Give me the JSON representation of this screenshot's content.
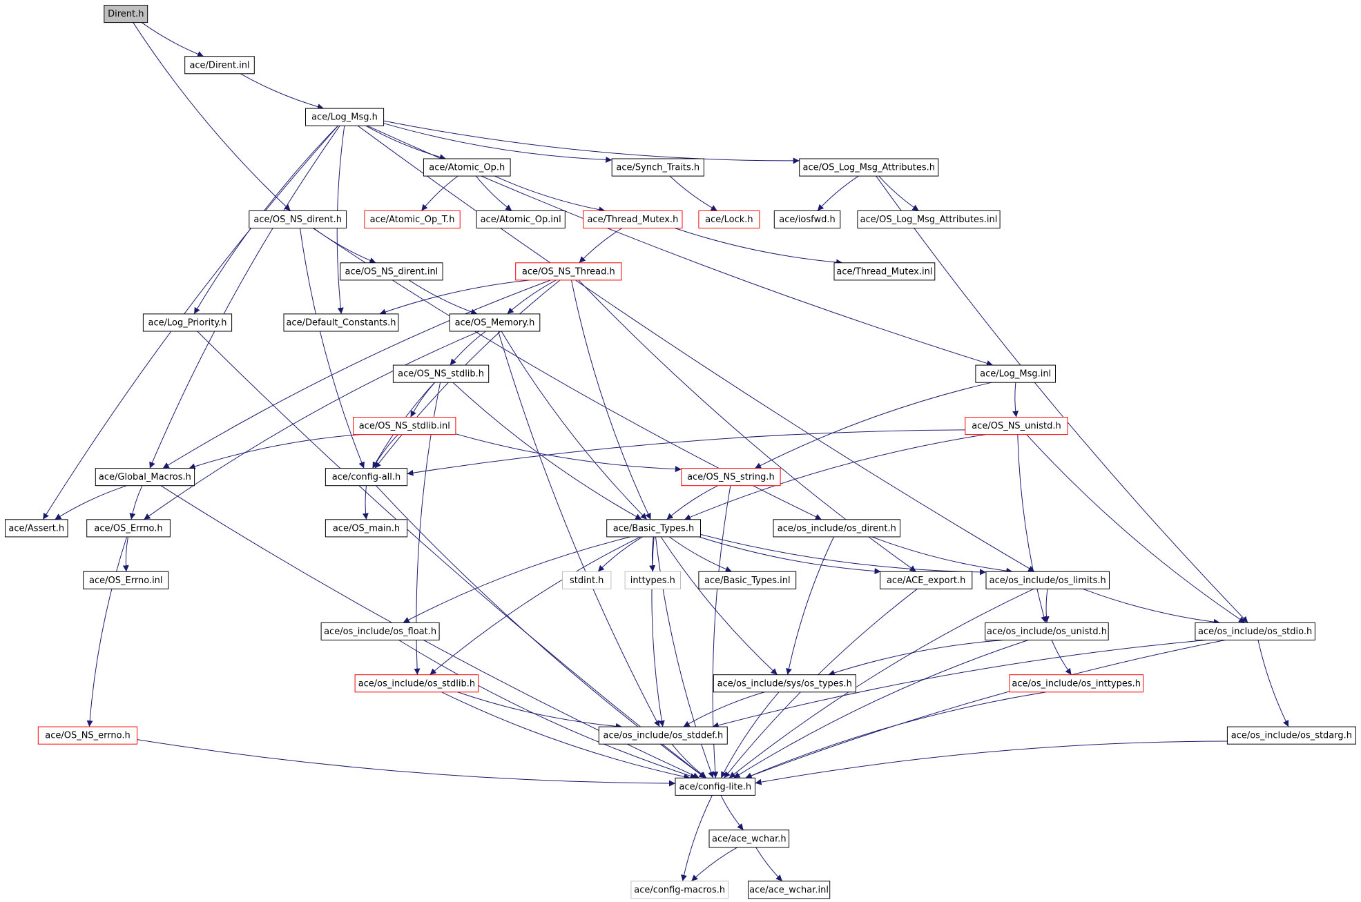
{
  "colors": {
    "edge": "#191970",
    "border_default": "#000000",
    "border_incomplete": "#ff0000",
    "border_external": "#bfbfbf",
    "root_fill": "#bfbfbf",
    "fill": "#ffffff"
  },
  "nodes": [
    {
      "id": "dirent_h",
      "label": "Dirent.h",
      "kind": "root"
    },
    {
      "id": "dirent_inl",
      "label": "ace/Dirent.inl",
      "kind": "normal"
    },
    {
      "id": "log_msg_h",
      "label": "ace/Log_Msg.h",
      "kind": "normal"
    },
    {
      "id": "atomic_op_h",
      "label": "ace/Atomic_Op.h",
      "kind": "normal"
    },
    {
      "id": "synch_traits_h",
      "label": "ace/Synch_Traits.h",
      "kind": "normal"
    },
    {
      "id": "os_log_msg_attr_h",
      "label": "ace/OS_Log_Msg_Attributes.h",
      "kind": "normal"
    },
    {
      "id": "os_ns_dirent_h",
      "label": "ace/OS_NS_dirent.h",
      "kind": "normal"
    },
    {
      "id": "atomic_op_t_h",
      "label": "ace/Atomic_Op_T.h",
      "kind": "red"
    },
    {
      "id": "atomic_op_inl",
      "label": "ace/Atomic_Op.inl",
      "kind": "normal"
    },
    {
      "id": "thread_mutex_h",
      "label": "ace/Thread_Mutex.h",
      "kind": "red"
    },
    {
      "id": "lock_h",
      "label": "ace/Lock.h",
      "kind": "red"
    },
    {
      "id": "iosfwd_h",
      "label": "ace/iosfwd.h",
      "kind": "normal"
    },
    {
      "id": "os_log_msg_attr_inl",
      "label": "ace/OS_Log_Msg_Attributes.inl",
      "kind": "normal"
    },
    {
      "id": "os_ns_dirent_inl",
      "label": "ace/OS_NS_dirent.inl",
      "kind": "normal"
    },
    {
      "id": "os_ns_thread_h",
      "label": "ace/OS_NS_Thread.h",
      "kind": "red"
    },
    {
      "id": "thread_mutex_inl",
      "label": "ace/Thread_Mutex.inl",
      "kind": "normal"
    },
    {
      "id": "log_priority_h",
      "label": "ace/Log_Priority.h",
      "kind": "normal"
    },
    {
      "id": "default_constants_h",
      "label": "ace/Default_Constants.h",
      "kind": "normal"
    },
    {
      "id": "os_memory_h",
      "label": "ace/OS_Memory.h",
      "kind": "normal"
    },
    {
      "id": "os_ns_stdlib_h",
      "label": "ace/OS_NS_stdlib.h",
      "kind": "normal"
    },
    {
      "id": "log_msg_inl",
      "label": "ace/Log_Msg.inl",
      "kind": "normal"
    },
    {
      "id": "os_ns_stdlib_inl",
      "label": "ace/OS_NS_stdlib.inl",
      "kind": "red"
    },
    {
      "id": "os_ns_unistd_h",
      "label": "ace/OS_NS_unistd.h",
      "kind": "red"
    },
    {
      "id": "global_macros_h",
      "label": "ace/Global_Macros.h",
      "kind": "normal"
    },
    {
      "id": "config_all_h",
      "label": "ace/config-all.h",
      "kind": "normal"
    },
    {
      "id": "os_ns_string_h",
      "label": "ace/OS_NS_string.h",
      "kind": "red"
    },
    {
      "id": "assert_h",
      "label": "ace/Assert.h",
      "kind": "normal"
    },
    {
      "id": "os_errno_h",
      "label": "ace/OS_Errno.h",
      "kind": "normal"
    },
    {
      "id": "os_main_h",
      "label": "ace/OS_main.h",
      "kind": "normal"
    },
    {
      "id": "basic_types_h",
      "label": "ace/Basic_Types.h",
      "kind": "normal"
    },
    {
      "id": "os_include_os_dirent_h",
      "label": "ace/os_include/os_dirent.h",
      "kind": "normal"
    },
    {
      "id": "os_errno_inl",
      "label": "ace/OS_Errno.inl",
      "kind": "normal"
    },
    {
      "id": "stdint_h",
      "label": "stdint.h",
      "kind": "gray"
    },
    {
      "id": "inttypes_h",
      "label": "inttypes.h",
      "kind": "gray"
    },
    {
      "id": "basic_types_inl",
      "label": "ace/Basic_Types.inl",
      "kind": "normal"
    },
    {
      "id": "ace_export_h",
      "label": "ace/ACE_export.h",
      "kind": "normal"
    },
    {
      "id": "os_limits_h",
      "label": "ace/os_include/os_limits.h",
      "kind": "normal"
    },
    {
      "id": "os_float_h",
      "label": "ace/os_include/os_float.h",
      "kind": "normal"
    },
    {
      "id": "os_unistd_h",
      "label": "ace/os_include/os_unistd.h",
      "kind": "normal"
    },
    {
      "id": "os_stdio_h",
      "label": "ace/os_include/os_stdio.h",
      "kind": "normal"
    },
    {
      "id": "os_stdlib_h",
      "label": "ace/os_include/os_stdlib.h",
      "kind": "red"
    },
    {
      "id": "sys_os_types_h",
      "label": "ace/os_include/sys/os_types.h",
      "kind": "normal"
    },
    {
      "id": "os_inttypes_h",
      "label": "ace/os_include/os_inttypes.h",
      "kind": "red"
    },
    {
      "id": "os_ns_errno_h",
      "label": "ace/OS_NS_errno.h",
      "kind": "red"
    },
    {
      "id": "os_stddef_h",
      "label": "ace/os_include/os_stddef.h",
      "kind": "normal"
    },
    {
      "id": "os_stdarg_h",
      "label": "ace/os_include/os_stdarg.h",
      "kind": "normal"
    },
    {
      "id": "config_lite_h",
      "label": "ace/config-lite.h",
      "kind": "normal"
    },
    {
      "id": "ace_wchar_h",
      "label": "ace/ace_wchar.h",
      "kind": "normal"
    },
    {
      "id": "config_macros_h",
      "label": "ace/config-macros.h",
      "kind": "gray"
    },
    {
      "id": "ace_wchar_inl",
      "label": "ace/ace_wchar.inl",
      "kind": "normal"
    }
  ],
  "edges": [
    [
      "dirent_h",
      "dirent_inl"
    ],
    [
      "dirent_h",
      "os_ns_dirent_h"
    ],
    [
      "dirent_inl",
      "log_msg_h"
    ],
    [
      "log_msg_h",
      "atomic_op_h"
    ],
    [
      "log_msg_h",
      "synch_traits_h"
    ],
    [
      "log_msg_h",
      "os_log_msg_attr_h"
    ],
    [
      "log_msg_h",
      "log_priority_h"
    ],
    [
      "log_msg_h",
      "default_constants_h"
    ],
    [
      "log_msg_h",
      "global_macros_h"
    ],
    [
      "log_msg_h",
      "assert_h"
    ],
    [
      "log_msg_h",
      "log_msg_inl"
    ],
    [
      "log_msg_h",
      "os_limits_h"
    ],
    [
      "atomic_op_h",
      "atomic_op_t_h"
    ],
    [
      "atomic_op_h",
      "atomic_op_inl"
    ],
    [
      "atomic_op_h",
      "thread_mutex_h"
    ],
    [
      "synch_traits_h",
      "lock_h"
    ],
    [
      "os_log_msg_attr_h",
      "iosfwd_h"
    ],
    [
      "os_log_msg_attr_h",
      "os_log_msg_attr_inl"
    ],
    [
      "os_log_msg_attr_h",
      "os_stdio_h"
    ],
    [
      "thread_mutex_h",
      "os_ns_thread_h"
    ],
    [
      "thread_mutex_h",
      "thread_mutex_inl"
    ],
    [
      "os_ns_dirent_h",
      "os_ns_dirent_inl"
    ],
    [
      "os_ns_dirent_h",
      "config_all_h"
    ],
    [
      "os_ns_dirent_h",
      "os_include_os_dirent_h"
    ],
    [
      "os_ns_dirent_inl",
      "os_memory_h"
    ],
    [
      "os_ns_thread_h",
      "default_constants_h"
    ],
    [
      "os_ns_thread_h",
      "os_memory_h"
    ],
    [
      "os_ns_thread_h",
      "global_macros_h"
    ],
    [
      "os_ns_thread_h",
      "config_all_h"
    ],
    [
      "os_ns_thread_h",
      "basic_types_h"
    ],
    [
      "os_ns_thread_h",
      "ace_export_h"
    ],
    [
      "log_priority_h",
      "config_lite_h"
    ],
    [
      "os_memory_h",
      "os_ns_stdlib_h"
    ],
    [
      "os_memory_h",
      "os_errno_h"
    ],
    [
      "os_memory_h",
      "basic_types_h"
    ],
    [
      "os_memory_h",
      "os_stddef_h"
    ],
    [
      "os_ns_stdlib_h",
      "os_ns_stdlib_inl"
    ],
    [
      "os_ns_stdlib_h",
      "config_all_h"
    ],
    [
      "os_ns_stdlib_h",
      "basic_types_h"
    ],
    [
      "os_ns_stdlib_h",
      "os_stdlib_h"
    ],
    [
      "log_msg_inl",
      "os_ns_unistd_h"
    ],
    [
      "log_msg_inl",
      "os_ns_string_h"
    ],
    [
      "os_ns_stdlib_inl",
      "global_macros_h"
    ],
    [
      "os_ns_stdlib_inl",
      "config_all_h"
    ],
    [
      "os_ns_stdlib_inl",
      "os_ns_string_h"
    ],
    [
      "os_ns_unistd_h",
      "config_all_h"
    ],
    [
      "os_ns_unistd_h",
      "basic_types_h"
    ],
    [
      "os_ns_unistd_h",
      "os_unistd_h"
    ],
    [
      "os_ns_unistd_h",
      "os_stdio_h"
    ],
    [
      "global_macros_h",
      "assert_h"
    ],
    [
      "global_macros_h",
      "os_errno_h"
    ],
    [
      "global_macros_h",
      "config_lite_h"
    ],
    [
      "config_all_h",
      "os_main_h"
    ],
    [
      "config_all_h",
      "config_lite_h"
    ],
    [
      "os_ns_string_h",
      "basic_types_h"
    ],
    [
      "os_ns_string_h",
      "config_lite_h"
    ],
    [
      "os_errno_h",
      "os_errno_inl"
    ],
    [
      "os_errno_h",
      "os_ns_errno_h"
    ],
    [
      "basic_types_h",
      "stdint_h"
    ],
    [
      "basic_types_h",
      "inttypes_h"
    ],
    [
      "basic_types_h",
      "basic_types_inl"
    ],
    [
      "basic_types_h",
      "ace_export_h"
    ],
    [
      "basic_types_h",
      "os_limits_h"
    ],
    [
      "basic_types_h",
      "os_float_h"
    ],
    [
      "basic_types_h",
      "os_stdlib_h"
    ],
    [
      "basic_types_h",
      "os_stddef_h"
    ],
    [
      "basic_types_h",
      "sys_os_types_h"
    ],
    [
      "basic_types_h",
      "config_lite_h"
    ],
    [
      "os_include_os_dirent_h",
      "os_limits_h"
    ],
    [
      "os_include_os_dirent_h",
      "sys_os_types_h"
    ],
    [
      "ace_export_h",
      "config_lite_h"
    ],
    [
      "os_limits_h",
      "os_unistd_h"
    ],
    [
      "os_limits_h",
      "os_stdio_h"
    ],
    [
      "os_limits_h",
      "config_lite_h"
    ],
    [
      "os_float_h",
      "config_lite_h"
    ],
    [
      "os_unistd_h",
      "sys_os_types_h"
    ],
    [
      "os_unistd_h",
      "os_inttypes_h"
    ],
    [
      "os_unistd_h",
      "config_lite_h"
    ],
    [
      "os_stdio_h",
      "os_stdarg_h"
    ],
    [
      "os_stdio_h",
      "os_stddef_h"
    ],
    [
      "os_stdio_h",
      "config_lite_h"
    ],
    [
      "os_stdlib_h",
      "os_stddef_h"
    ],
    [
      "os_stdlib_h",
      "config_lite_h"
    ],
    [
      "sys_os_types_h",
      "os_stddef_h"
    ],
    [
      "sys_os_types_h",
      "config_lite_h"
    ],
    [
      "os_inttypes_h",
      "config_lite_h"
    ],
    [
      "os_ns_errno_h",
      "config_lite_h"
    ],
    [
      "os_stddef_h",
      "config_lite_h"
    ],
    [
      "os_stdarg_h",
      "config_lite_h"
    ],
    [
      "config_lite_h",
      "ace_wchar_h"
    ],
    [
      "config_lite_h",
      "config_macros_h"
    ],
    [
      "ace_wchar_h",
      "config_macros_h"
    ],
    [
      "ace_wchar_h",
      "ace_wchar_inl"
    ]
  ]
}
